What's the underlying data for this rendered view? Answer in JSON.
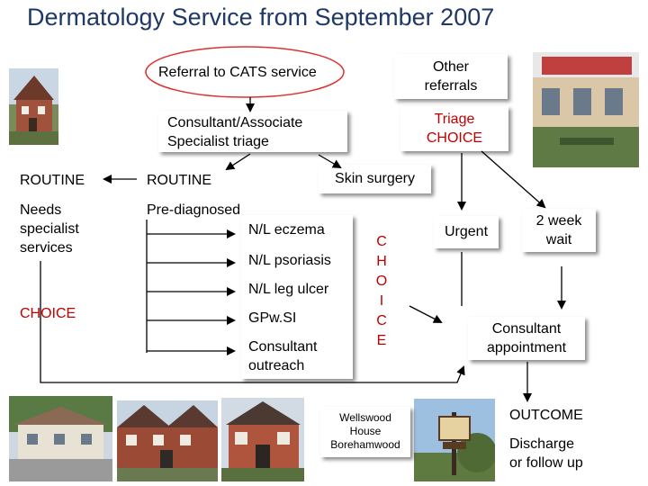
{
  "title": "Dermatology Service from September 2007",
  "referral": "Referral to CATS service",
  "other_referrals": [
    "Other",
    "referrals"
  ],
  "consultant_triage": [
    "Consultant/Associate",
    "Specialist triage"
  ],
  "triage_choice": [
    "Triage",
    "CHOICE"
  ],
  "routine_left": "ROUTINE",
  "routine_mid": "ROUTINE",
  "skin_surgery": "Skin surgery",
  "needs_specialist": [
    "Needs",
    "specialist",
    "services"
  ],
  "choice_left": "CHOICE",
  "pre_diagnosed": "Pre-diagnosed",
  "conditions": [
    "N/L eczema",
    "N/L psoriasis",
    "N/L leg ulcer",
    "GPw.SI"
  ],
  "consultant_outreach": [
    "Consultant",
    "outreach"
  ],
  "choice_vertical": [
    "C",
    "H",
    "O",
    "I",
    "C",
    "E"
  ],
  "urgent": "Urgent",
  "two_week_wait": [
    "2 week",
    "wait"
  ],
  "consultant_appointment": [
    "Consultant",
    "appointment"
  ],
  "wellswood": [
    "Wellswood",
    "House",
    "Borehamwood"
  ],
  "outcome": "OUTCOME",
  "discharge": [
    "Discharge",
    "or follow up"
  ],
  "colors": {
    "title": "#1f3864",
    "choice_red": "#c00000",
    "highlight_ellipse": "#e03030"
  }
}
